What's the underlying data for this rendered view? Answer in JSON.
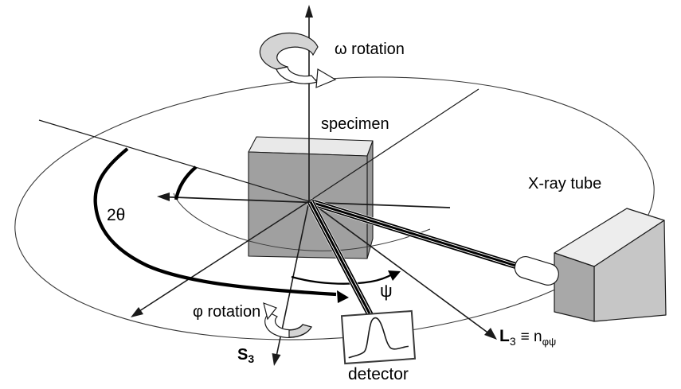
{
  "diagram": {
    "description": "X-ray diffractometer geometry schematic",
    "labels": {
      "omega_rotation": "ω rotation",
      "specimen": "specimen",
      "xray_tube": "X-ray tube",
      "two_theta": "2θ",
      "phi_rotation": "φ rotation",
      "psi": "ψ",
      "detector": "detector",
      "s3_base": "S",
      "s3_sub": "3",
      "l3_base": "L",
      "l3_sub": "3",
      "l3_mid": "≡ n",
      "l3_sub2": "φψ"
    },
    "colors": {
      "line": "#1a1a1a",
      "thin_line": "#3a3a3a",
      "specimen_top": "#e9e9e9",
      "specimen_front": "#a0a0a0",
      "specimen_side": "#979797",
      "tube_top": "#ededed",
      "tube_front": "#a8a8a8",
      "tube_side": "#c6c6c6",
      "detector_bg": "#ffffff",
      "ribbon_gray": "#d4d4d4",
      "snout_bg": "#ffffff"
    }
  }
}
